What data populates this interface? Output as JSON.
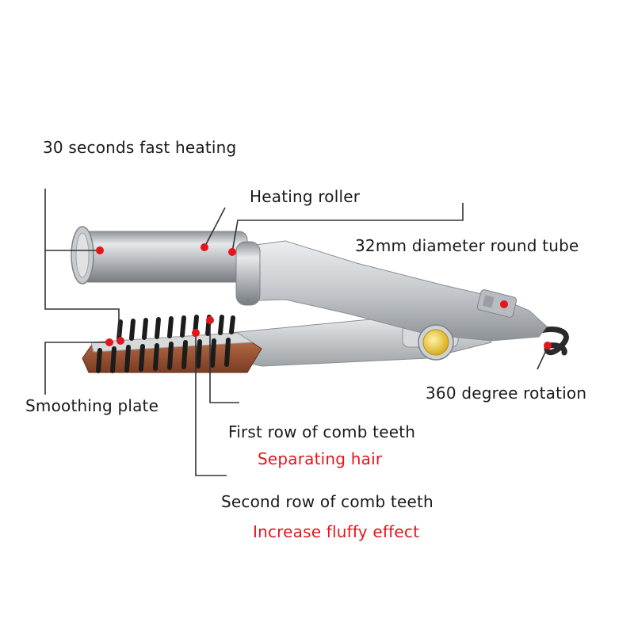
{
  "labels": {
    "fast_heating": "30 seconds fast heating",
    "heating_roller": "Heating roller",
    "tube": "32mm diameter round tube",
    "rotation": "360 degree rotation",
    "smoothing_plate": "Smoothing plate",
    "first_row": "First row of comb teeth",
    "first_row_note": "Separating hair",
    "second_row": "Second row of comb teeth",
    "second_row_note": "Increase fluffy effect"
  },
  "colors": {
    "callout_dot": "#e3161b",
    "leader_line": "#333333",
    "note_text": "#e3161b",
    "device_body": "#c9ccd0",
    "rotation_button": "#e8c43a",
    "brush_base": "#a0583a",
    "bristles": "#1c1c1c"
  }
}
